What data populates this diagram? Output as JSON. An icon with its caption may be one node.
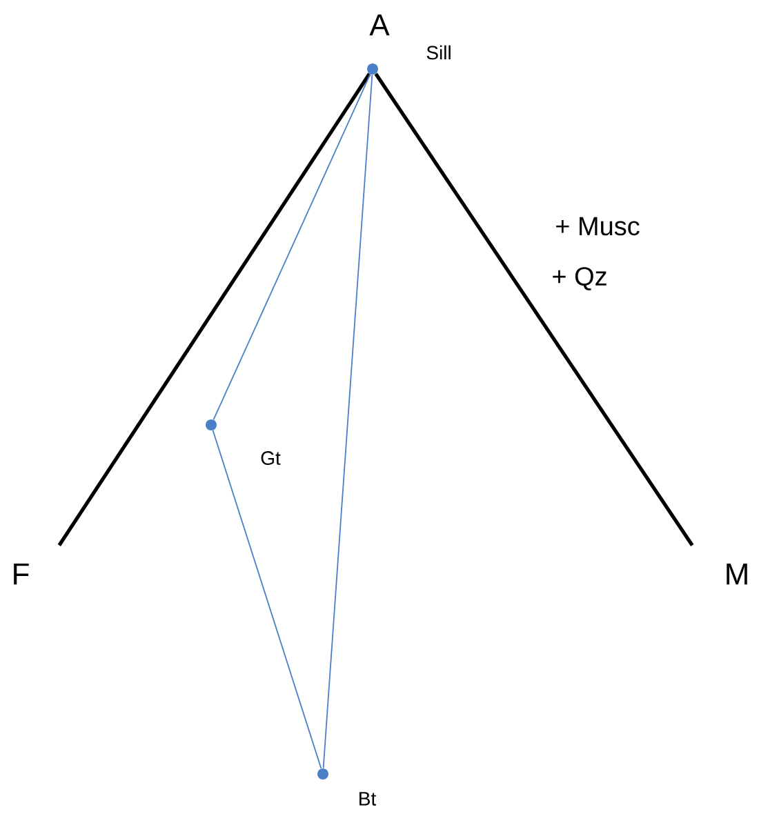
{
  "diagram": {
    "nodes": [
      {
        "text": [
          "A"
        ]
      },
      {
        "text": [
          "F"
        ]
      },
      {
        "text": [
          "M"
        ]
      },
      {
        "text": [],
        "shape": "circle",
        "beside": [
          "Sill"
        ]
      },
      {
        "text": [],
        "shape": "circle",
        "beside": [
          "Gt"
        ]
      },
      {
        "text": [],
        "shape": "circle",
        "beside": [
          "Bt"
        ]
      }
    ],
    "edges": [
      {
        "from": 3,
        "to": 1,
        "arrow": "none",
        "style": "thick",
        "color": "#000000"
      },
      {
        "from": 3,
        "to": 2,
        "arrow": "none",
        "style": "thick",
        "color": "#000000"
      },
      {
        "from": 3,
        "to": 4,
        "arrow": "none"
      },
      {
        "from": 3,
        "to": 5,
        "arrow": "none"
      },
      {
        "from": 4,
        "to": 5,
        "arrow": "none"
      }
    ],
    "labels": [
      "+ Musc",
      "+ Qz"
    ]
  }
}
